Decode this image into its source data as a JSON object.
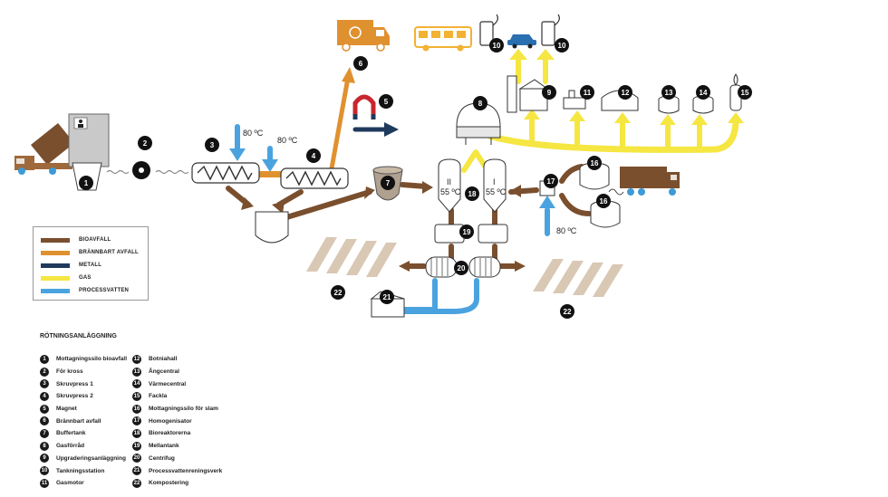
{
  "legend": {
    "items": [
      {
        "label": "BIOAVFALL",
        "color": "#7a4f2e"
      },
      {
        "label": "BRÄNNBART AVFALL",
        "color": "#e0912f"
      },
      {
        "label": "METALL",
        "color": "#1f3a5c"
      },
      {
        "label": "GAS",
        "color": "#f5e642"
      },
      {
        "label": "PROCESSVATTEN",
        "color": "#4aa3df"
      }
    ]
  },
  "key": {
    "title": "RÖTNINGSANLÄGGNING",
    "col1": [
      {
        "num": "1",
        "label": "Mottagningssilo bioavfall"
      },
      {
        "num": "2",
        "label": "För kross"
      },
      {
        "num": "3",
        "label": "Skruvpress 1"
      },
      {
        "num": "4",
        "label": "Skruvpress 2"
      },
      {
        "num": "5",
        "label": "Magnet"
      },
      {
        "num": "6",
        "label": "Brännbart avfall"
      },
      {
        "num": "7",
        "label": "Buffertank"
      },
      {
        "num": "8",
        "label": "Gasförråd"
      },
      {
        "num": "9",
        "label": "Upgraderingsanläggning"
      },
      {
        "num": "10",
        "label": "Tankningsstation"
      },
      {
        "num": "11",
        "label": "Gasmotor"
      }
    ],
    "col2": [
      {
        "num": "12",
        "label": "Botniahall"
      },
      {
        "num": "13",
        "label": "Ångcentral"
      },
      {
        "num": "14",
        "label": "Värmecentral"
      },
      {
        "num": "15",
        "label": "Fackla"
      },
      {
        "num": "16",
        "label": "Mottagningssilo för slam"
      },
      {
        "num": "17",
        "label": "Homogenisator"
      },
      {
        "num": "18",
        "label": "Bioreaktorerna"
      },
      {
        "num": "19",
        "label": "Mellantank"
      },
      {
        "num": "20",
        "label": "Centrifug"
      },
      {
        "num": "21",
        "label": "Processvattenreningsverk"
      },
      {
        "num": "22",
        "label": "Kompostering"
      }
    ]
  },
  "diagram": {
    "temp_screw1": "80 ºC",
    "temp_screw2": "80 ºC",
    "temp_homog": "80 ºC",
    "reactor_left_roman": "II",
    "reactor_left_temp": "55 ºC",
    "reactor_right_roman": "I",
    "reactor_right_temp": "55 ºC",
    "badges": {
      "b1": "1",
      "b2": "2",
      "b3": "3",
      "b4": "4",
      "b5": "5",
      "b6": "6",
      "b7": "7",
      "b8": "8",
      "b9": "9",
      "b10a": "10",
      "b10b": "10",
      "b11": "11",
      "b12": "12",
      "b13": "13",
      "b14": "14",
      "b15": "15",
      "b16a": "16",
      "b16b": "16",
      "b17": "17",
      "b18": "18",
      "b19": "19",
      "b20": "20",
      "b21": "21",
      "b22a": "22",
      "b22b": "22"
    }
  }
}
